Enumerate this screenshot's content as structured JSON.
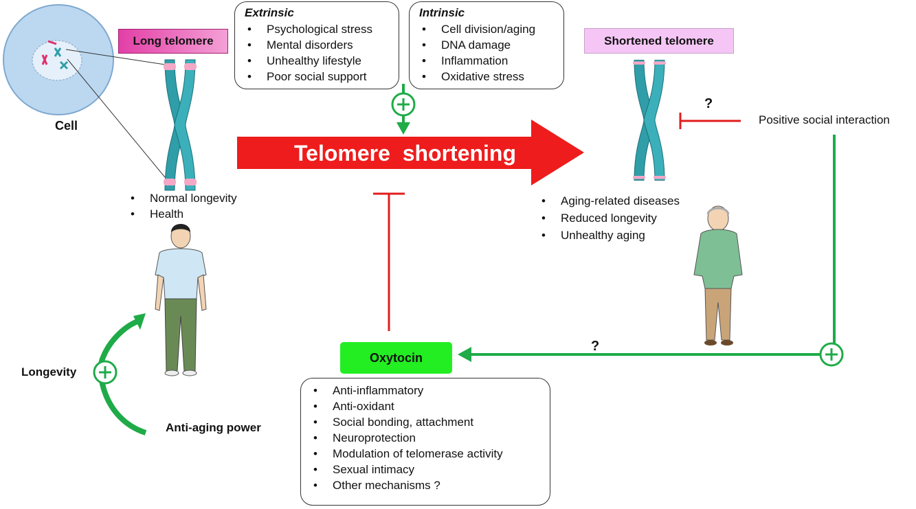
{
  "cell": {
    "label": "Cell"
  },
  "long_telomere": {
    "label": "Long telomere",
    "color": "#e23fa6"
  },
  "shortened_telomere": {
    "label": "Shortened telomere",
    "color": "#f5c6f5"
  },
  "extrinsic": {
    "title": "Extrinsic",
    "items": [
      "Psychological stress",
      "Mental disorders",
      "Unhealthy lifestyle",
      "Poor social support"
    ]
  },
  "intrinsic": {
    "title": "Intrinsic",
    "items": [
      "Cell division/aging",
      "DNA damage",
      "Inflammation",
      "Oxidative stress"
    ]
  },
  "main_arrow": {
    "label": "Telomere  shortening",
    "color": "#ee1c1c"
  },
  "young_person": {
    "outcomes": [
      "Normal longevity",
      "Health"
    ]
  },
  "elderly_person": {
    "outcomes": [
      "Aging-related diseases",
      "Reduced longevity",
      "Unhealthy aging"
    ]
  },
  "social": {
    "label": "Positive social interaction",
    "question_top": "?",
    "question_bottom": "?"
  },
  "oxytocin": {
    "label": "Oxytocin",
    "color": "#22ee22",
    "effects": [
      "Anti-inflammatory",
      "Anti-oxidant",
      "Social bonding, attachment",
      "Neuroprotection",
      "Modulation of telomerase activity",
      "Sexual intimacy",
      "Other mechanisms ?"
    ]
  },
  "cycle": {
    "longevity": "Longevity",
    "anti_aging": "Anti-aging power"
  },
  "colors": {
    "green_arrow": "#1fab48",
    "inhibit_red": "#e11d1d",
    "chromosome": "#2f9ea8",
    "telomere_cap": "#f4a8c6"
  }
}
